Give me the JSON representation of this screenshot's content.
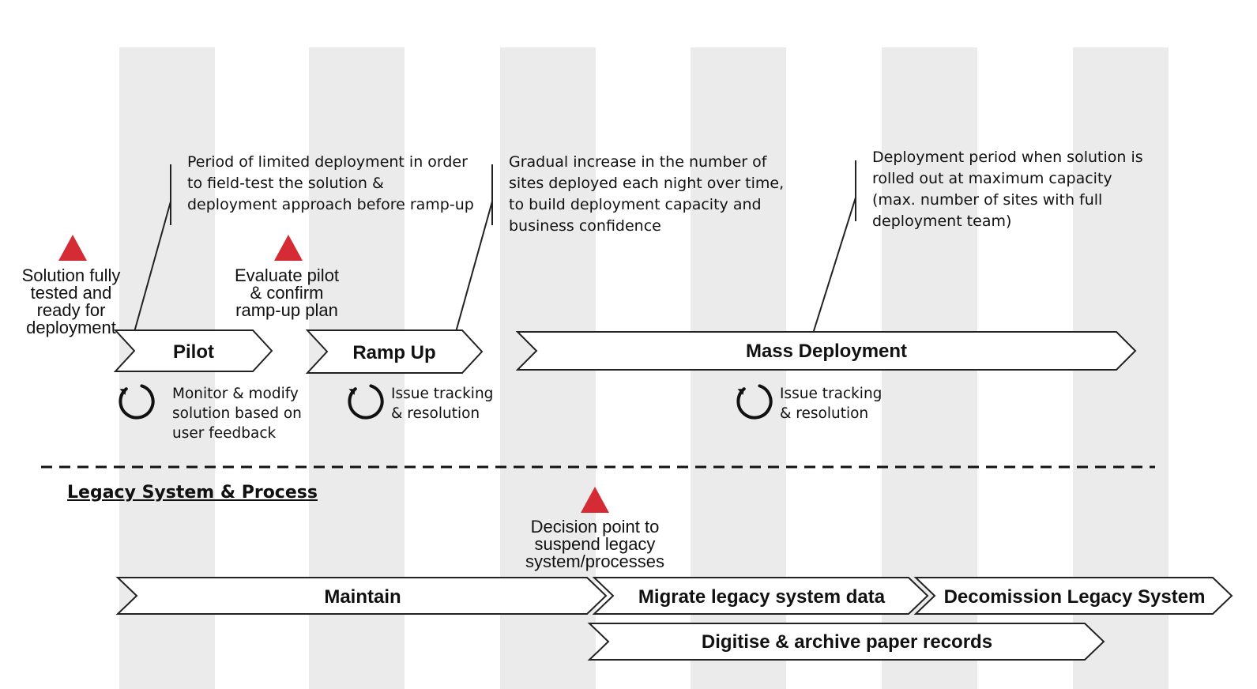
{
  "colors": {
    "band": "#ebebeb",
    "milestone": "#d42b35",
    "outline": "#222222"
  },
  "phases": {
    "pilot": "Pilot",
    "ramp_up": "Ramp Up",
    "mass_deployment": "Mass Deployment"
  },
  "annotations": {
    "pilot": "Period of limited deployment in order\nto field-test the solution &\ndeployment approach before ramp-up",
    "ramp_up": "Gradual increase in the number of\nsites deployed each night over time,\nto build deployment capacity and\nbusiness confidence",
    "mass_deployment": "Deployment period when solution is\nrolled out at maximum capacity\n(max. number of sites with full\ndeployment team)"
  },
  "milestones": {
    "solution_ready": "Solution  fully\ntested and\nready for\ndeployment",
    "evaluate_pilot": "Evaluate pilot\n&  confirm\nramp-up plan",
    "decision_point": "Decision point to\nsuspend legacy\nsystem/processes"
  },
  "activities": {
    "monitor": "Monitor & modify\nsolution based on\nuser feedback",
    "issue_tracking_1": "Issue tracking\n& resolution",
    "issue_tracking_2": "Issue tracking\n& resolution"
  },
  "legacy": {
    "heading": "Legacy System & Process",
    "maintain": "Maintain",
    "migrate": "Migrate legacy system data",
    "decommission": "Decomission Legacy System",
    "digitise": "Digitise & archive paper records"
  }
}
